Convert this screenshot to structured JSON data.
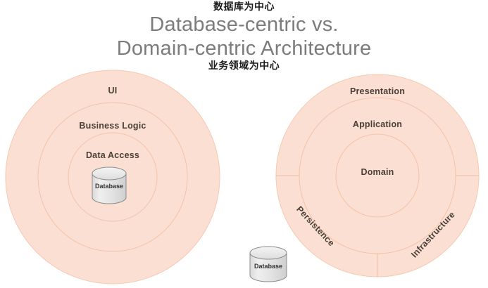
{
  "title": {
    "annotation_top": "数据库为中心",
    "line1": "Database-centric vs.",
    "line2": "Domain-centric Architecture",
    "annotation_bottom": "业务领域为中心"
  },
  "colors": {
    "ring_fill": "#fbdfd2",
    "ring_stroke": "#f4c6ae",
    "label_text": "#4b4038",
    "title_text": "#7c7c7c",
    "annotation_text": "#1c1c1c",
    "cylinder_fill": "#e3e3e3",
    "cylinder_top_fill": "#ececec",
    "cylinder_stroke": "#8d8d8d",
    "background": "#ffffff"
  },
  "diagrams": {
    "left": {
      "name": "Database-centric Architecture",
      "rings": [
        {
          "label": "UI",
          "level": 1
        },
        {
          "label": "Business Logic",
          "level": 2
        },
        {
          "label": "Data Access",
          "level": 3
        }
      ],
      "center_node": {
        "label": "Database",
        "shape": "cylinder"
      }
    },
    "right": {
      "name": "Domain-centric Architecture",
      "rings": [
        {
          "label": "Presentation",
          "level": 1
        },
        {
          "label": "Application",
          "level": 2
        },
        {
          "label": "Domain",
          "level": 3
        }
      ],
      "outer_segments": [
        {
          "label": "Persistence",
          "position": "bottom-left"
        },
        {
          "label": "Infrastructure",
          "position": "bottom-right"
        }
      ]
    },
    "bottom_node": {
      "label": "Database",
      "shape": "cylinder"
    }
  }
}
